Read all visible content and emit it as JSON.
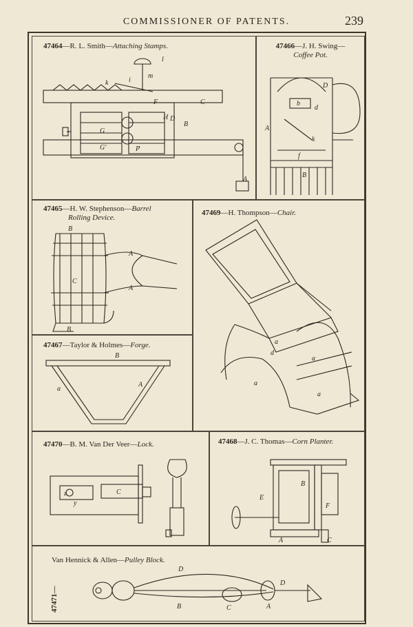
{
  "header": {
    "title": "COMMISSIONER OF PATENTS.",
    "page_number": "239"
  },
  "patents": {
    "p1": {
      "number": "47464",
      "inventor": "R. L. Smith",
      "invention": "Attaching Stamps."
    },
    "p2": {
      "number": "47466",
      "inventor": "J. H. Swing",
      "invention": "Coffee Pot."
    },
    "p3": {
      "number": "47465",
      "inventor": "H. W. Stephenson",
      "invention_line1": "Barrel",
      "invention_line2": "Rolling Device."
    },
    "p4": {
      "number": "47469",
      "inventor": "H. Thompson",
      "invention": "Chair."
    },
    "p5": {
      "number": "47467",
      "inventor": "Taylor & Holmes",
      "invention": "Forge."
    },
    "p6": {
      "number": "47470",
      "inventor": "B. M. Van Der Veer",
      "invention": "Lock."
    },
    "p7": {
      "number": "47468",
      "inventor": "J. C. Thomas",
      "invention": "Corn Planter."
    },
    "p8": {
      "number": "47471",
      "inventor": "Van Hennick & Allen",
      "invention": "Pulley Block."
    }
  },
  "separator": "—"
}
